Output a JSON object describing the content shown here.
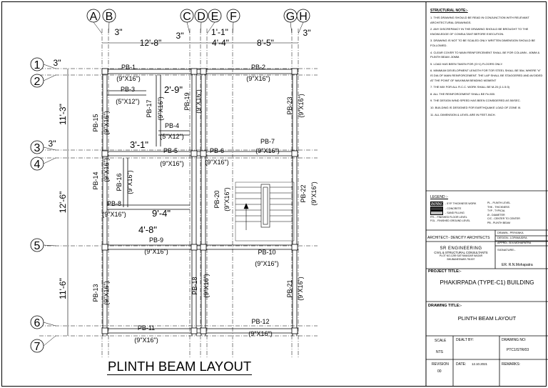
{
  "drawing_title": "PLINTH BEAM LAYOUT",
  "column_grid": [
    "A",
    "B",
    "C",
    "D",
    "E",
    "F",
    "G",
    "H"
  ],
  "row_grid": [
    "1",
    "2",
    "3",
    "4",
    "5",
    "6",
    "7"
  ],
  "top_dimensions": [
    "3\"",
    "12'-8\"",
    "3\"",
    "1'-1\"",
    "4'-4\"",
    "8'-5\"",
    "3\""
  ],
  "left_dimensions": [
    "3\"",
    "11'-3\"",
    "3\"",
    "12'-6\"",
    "11'-6\""
  ],
  "inner_dimensions": [
    "2'-9\"",
    "3'-1\"",
    "9'-4\"",
    "4'-8\""
  ],
  "beams": [
    {
      "id": "PB-1",
      "size": "(9\"X16\")"
    },
    {
      "id": "PB-2",
      "size": "(9\"X16\")"
    },
    {
      "id": "PB-3",
      "size": "(5\"X12\")"
    },
    {
      "id": "PB-4",
      "size": "(5\"X12\")"
    },
    {
      "id": "PB-5",
      "size": "(9\"X16\")"
    },
    {
      "id": "PB-6",
      "size": "(9\"X16\")"
    },
    {
      "id": "PB-7",
      "size": "(9\"X16\")"
    },
    {
      "id": "PB-8",
      "size": "(9\"X16\")"
    },
    {
      "id": "PB-9",
      "size": "(9\"X16\")"
    },
    {
      "id": "PB-10",
      "size": "(9\"X16\")"
    },
    {
      "id": "PB-11",
      "size": "(9\"X16\")"
    },
    {
      "id": "PB-12",
      "size": "(9\"X16\")"
    },
    {
      "id": "PB-13",
      "size": "(9\"X16\")"
    },
    {
      "id": "PB-14",
      "size": "(9\"X16\")"
    },
    {
      "id": "PB-15",
      "size": "(9\"X16\")"
    },
    {
      "id": "PB-16",
      "size": "(9\"X16\")"
    },
    {
      "id": "PB-17",
      "size": "(9\"X16\")"
    },
    {
      "id": "PB-18",
      "size": "(9\"X16\")"
    },
    {
      "id": "PB-19",
      "size": "(9\"X16\")"
    },
    {
      "id": "PB-20",
      "size": "(9\"X16\")"
    },
    {
      "id": "PB-21",
      "size": "(9\"X16\")"
    },
    {
      "id": "PB-22",
      "size": "(9\"X16\")"
    },
    {
      "id": "PB-23",
      "size": "(9\"X16\")"
    }
  ],
  "notes_title": "STRUCTURAL NOTE:-",
  "notes": [
    "1.  THIS DRAWING SHOULD BE READ IN CONJUNCTION WITH RELEVANT ARCHITECTURAL DRAWINGS.",
    "2.  ANY DISCREPANCY IN THE DRAWING SHOULD BE BROUGHT TO THE KNOWLEDGE OF CONSULTANT BEFORE EXECUTION.",
    "3.  DRAWING IS NOT TO BE SCALED ONLY WRITTEN DIMENSION SHOULD BE FOLLOWED.",
    "4.  CLEAR COVER TO MAIN REINFORCEMENT SHALL BE FOR COLUMN - 40MM & PLINTH BEAM -30MM.",
    "5.  LOAD HAS BEEN TAKEN FOR (G+1) FLOORS ONLY.",
    "6.  MINIMUM DEVELOPMENT LENGTH FOR TOR STEEL SHALL BE 50d, WHERE \"d\" IS DIA OF MAIN REINFORCEMENT. THE LAP SHALL BE STAGGERED AND AVOIDED AT THE POINT OF MAXIMUM BENDING MOMENT",
    "7.  THE MIX FOR ALL R.C.C. WORK SHALL BE M-20 (1:1.5:3)",
    "8.  ALL THE REINFORCEMENT SHALL BE Fe-500.",
    "9.  THE DESIGN WIND SPEED HAS BEEN CONSIDERED AS 50/SEC.",
    "10. BUILDING IS DESIGNED FOR EARTHQUAKE LOAD OF ZONE III.",
    "11. ALL DIMENSION & LEVEL ARE IN FEET-INCH."
  ],
  "legend_title": "LEGEND :-",
  "legend_items": [
    "- 5\"/9\" THICKNESS WORK",
    "- CONCRETE",
    "- SAND FILLING",
    "FFL - FINISHED FLOOR LEVEL",
    "FGL - FINISHED GROUND LEVEL"
  ],
  "legend_abbreviations": [
    "PL - PLINTH LEVEL",
    "THK - THICKNESS",
    "TYP - TYPICAL",
    "Ø - DIAMETER",
    "C/C - CENTER TO CENTER",
    "PB - PLINTH BEAM"
  ],
  "architect_label": "ARCHITECT:- DENCITY ARCHITECTS",
  "drawn_label": "DRAWN:- PRIYANKA",
  "design_label": "DESIGN:- LOPAMUDRA",
  "approved_label": "APPRD:- B.N.MOHAPATRA",
  "firm_name": "SR ENGINEERING",
  "firm_subtitle": "CIVIL & STRUCTURAL CONSULTANTS",
  "firm_address": "PLOT NO-1259 SATYANAGAR NAGAR",
  "firm_city": "BHUBANESWAR-751007",
  "signature_label": "SIGNATURE:-",
  "engineer": "ER. R.N.Mohapatra",
  "project_title_label": "PROJECT TITLE:-",
  "project_title": "PHAKIRPADA (TYPE-C1) BUILDING",
  "drawing_title_label": "DRAWING TITLE:-",
  "drawing_title_value": "PLINTH BEAM LAYOUT",
  "scale_label": "SCALE",
  "scale_value": "NTS",
  "dealt_by_label": "DEALT BY:",
  "drawing_no_label": "DRAWING NO:",
  "drawing_no": "PTC1/STR/03",
  "revision_label": "REVISION",
  "revision_value": "00",
  "date_label": "DATE:",
  "date_value": "12.10.2021",
  "remarks_label": "REMARKS:",
  "colors": {
    "line": "#000000",
    "paper": "#ffffff",
    "hatch": "#555555"
  }
}
